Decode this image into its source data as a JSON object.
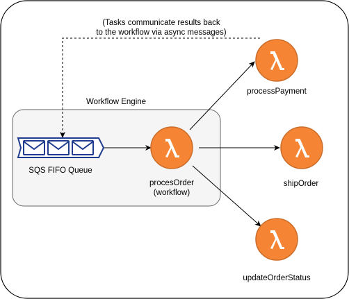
{
  "annotation": {
    "line1": "(Tasks communicate results back",
    "line2": "to the workflow via async messages)"
  },
  "group": {
    "label": "Workflow Engine"
  },
  "queue": {
    "label": "SQS FIFO Queue",
    "icon": "sqs-queue-icon"
  },
  "nodes": {
    "process_order": {
      "label_line1": "procesOrder",
      "label_line2": "(workflow)",
      "icon": "lambda-icon"
    },
    "process_payment": {
      "label": "processPayment",
      "icon": "lambda-icon"
    },
    "ship_order": {
      "label": "shipOrder",
      "icon": "lambda-icon"
    },
    "update_order_status": {
      "label": "updateOrderStatus",
      "icon": "lambda-icon"
    }
  },
  "colors": {
    "lambda_fill": "#F58534",
    "lambda_stroke": "#CB6D2A",
    "sqs_blue": "#1F3C8F",
    "group_fill": "#F5F5F5",
    "group_stroke": "#666666"
  }
}
